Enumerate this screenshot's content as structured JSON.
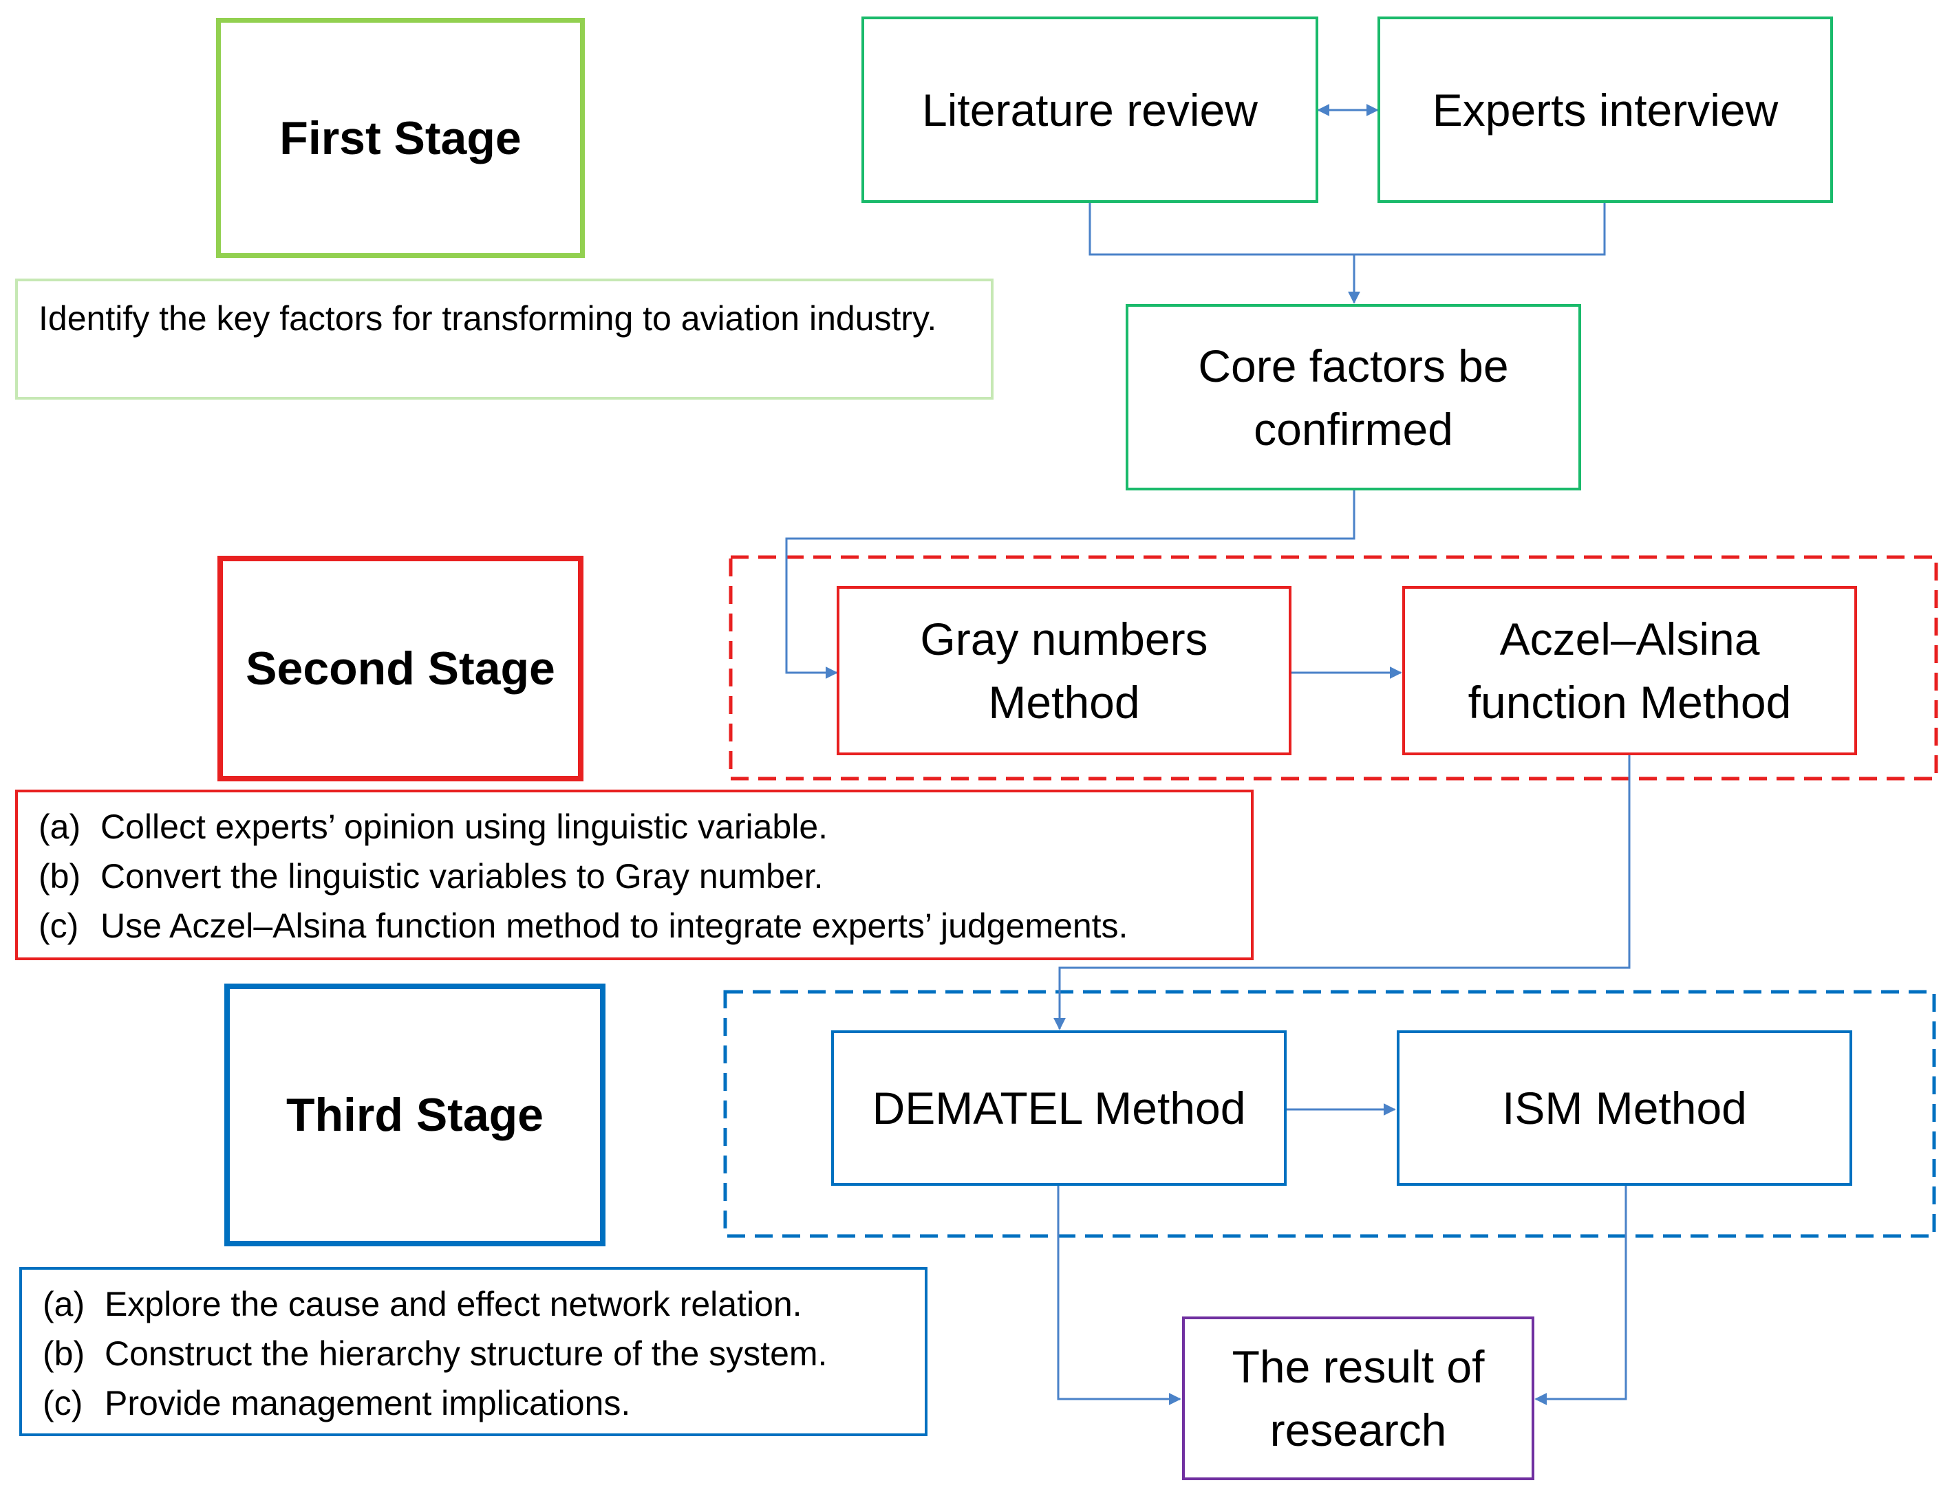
{
  "colors": {
    "stage1_green": "#92d050",
    "stage1_light": "#c6e8b4",
    "teal_green": "#1aba6b",
    "red": "#e82020",
    "blue": "#0070c0",
    "arrow_blue": "#4a82c8",
    "purple": "#7030a0"
  },
  "stages": {
    "first": {
      "title": "First Stage"
    },
    "second": {
      "title": "Second Stage"
    },
    "third": {
      "title": "Third Stage"
    }
  },
  "descriptions": {
    "first": {
      "text": "Identify the key factors for transforming to aviation industry."
    },
    "second": {
      "items": [
        {
          "marker": "(a)",
          "text": "Collect experts’ opinion using linguistic variable."
        },
        {
          "marker": "(b)",
          "text": "Convert the linguistic variables to Gray number."
        },
        {
          "marker": "(c)",
          "text": "Use Aczel–Alsina function method to integrate experts’ judgements."
        }
      ]
    },
    "third": {
      "items": [
        {
          "marker": "(a)",
          "text": "Explore the cause and effect network relation."
        },
        {
          "marker": "(b)",
          "text": "Construct the hierarchy structure of the system."
        },
        {
          "marker": "(c)",
          "text": "Provide management implications."
        }
      ]
    }
  },
  "nodes": {
    "literature_review": {
      "label": "Literature review"
    },
    "experts_interview": {
      "label": "Experts interview"
    },
    "core_factors": {
      "line1": "Core factors be",
      "line2": "confirmed"
    },
    "gray_numbers": {
      "line1": "Gray numbers",
      "line2": "Method"
    },
    "aczel_alsina": {
      "line1": "Aczel–Alsina",
      "line2": "function Method"
    },
    "dematel": {
      "label": "DEMATEL Method"
    },
    "ism": {
      "label": "ISM Method"
    },
    "result": {
      "line1": "The result of",
      "line2": "research"
    }
  }
}
